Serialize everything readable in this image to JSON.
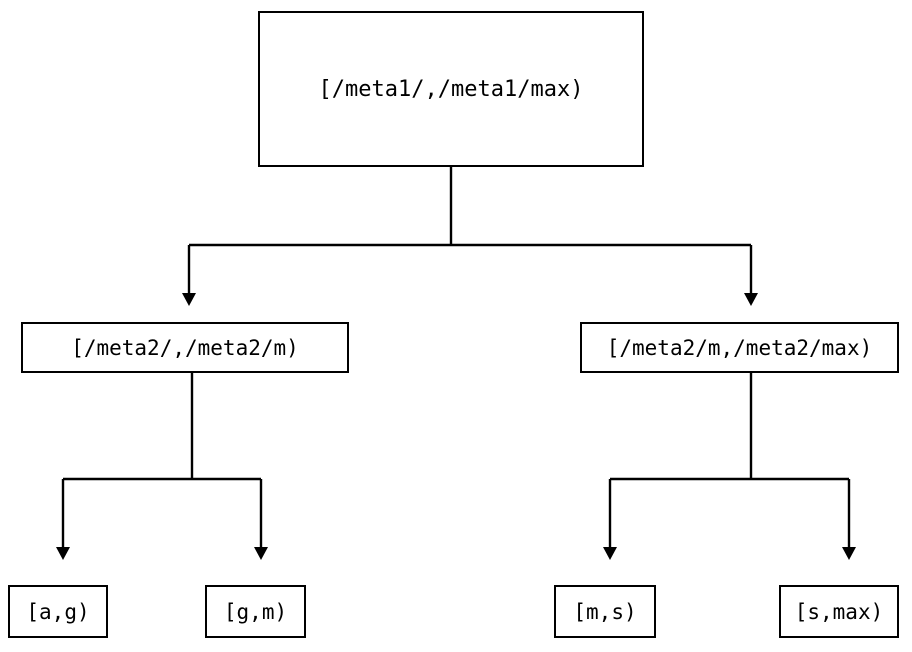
{
  "diagram": {
    "type": "tree",
    "title": "",
    "background_color": "#ffffff",
    "line_color": "#000000",
    "text_color": "#000000",
    "nodes": {
      "root": {
        "label": "[/meta1/,/meta1/max)",
        "level": 0
      },
      "mid_left": {
        "label": "[/meta2/,/meta2/m)",
        "level": 1
      },
      "mid_right": {
        "label": "[/meta2/m,/meta2/max)",
        "level": 1
      },
      "leaf_ag": {
        "label": "[a,g)",
        "level": 2
      },
      "leaf_gm": {
        "label": "[g,m)",
        "level": 2
      },
      "leaf_ms": {
        "label": "[m,s)",
        "level": 2
      },
      "leaf_smax": {
        "label": "[s,max)",
        "level": 2
      }
    },
    "edges": [
      {
        "from": "root",
        "to": "mid_left",
        "arrow": "down-triangle"
      },
      {
        "from": "root",
        "to": "mid_right",
        "arrow": "down-triangle"
      },
      {
        "from": "mid_left",
        "to": "leaf_ag",
        "arrow": "down-triangle"
      },
      {
        "from": "mid_left",
        "to": "leaf_gm",
        "arrow": "down-triangle"
      },
      {
        "from": "mid_right",
        "to": "leaf_ms",
        "arrow": "down-triangle"
      },
      {
        "from": "mid_right",
        "to": "leaf_smax",
        "arrow": "down-triangle"
      }
    ]
  }
}
